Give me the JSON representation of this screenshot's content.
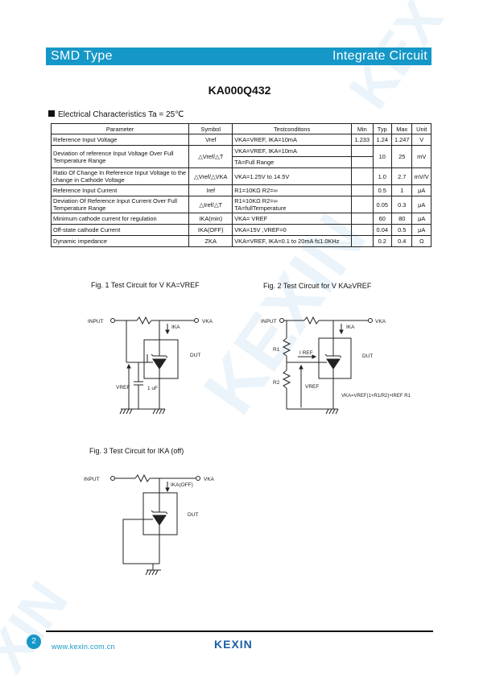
{
  "header": {
    "left": "SMD Type",
    "right": "Integrate Circuit"
  },
  "part_number": "KA000Q432",
  "section_title": "Electrical Characteristics Ta = 25℃",
  "table": {
    "headers": [
      "Parameter",
      "Symbol",
      "Testconditons",
      "Min",
      "Typ",
      "Max",
      "Unit"
    ],
    "rows": [
      {
        "param": "Reference Input Voltage",
        "symbol": "Vref",
        "cond": "VKA=VREF, IKA=10mA",
        "min": "1.233",
        "typ": "1.24",
        "max": "1.247",
        "unit": "V"
      },
      {
        "param": "Deviation of reference Input Voltage Over Full Temperature Range",
        "symbol": "△Vref/△T",
        "cond": "VKA=VREF, IKA=10mA",
        "cond2": "TA=Full Range",
        "min": "",
        "typ": "10",
        "max": "25",
        "unit": "mV"
      },
      {
        "param": "Ratio Of Change In Reference Input Voltage to the change in Cathode Voltage",
        "symbol": "△Vref/△VKA",
        "cond": "VKA=1.25V to 14.5V",
        "min": "",
        "typ": "1.0",
        "max": "2.7",
        "unit": "mV/V"
      },
      {
        "param": "Reference Input Current",
        "symbol": "Iref",
        "cond": "R1=10KΩ  R2=∞",
        "min": "",
        "typ": "0.5",
        "max": "1",
        "unit": "μA"
      },
      {
        "param": "Deviation Of Reference Input Current Over Full Temperature Range",
        "symbol": "△Iref/△T",
        "cond": "R1=10KΩ  R2=∞",
        "cond2": "TA=fullTemperature",
        "min": "",
        "typ": "0.05",
        "max": "0.3",
        "unit": "μA"
      },
      {
        "param": "Minimum cathode current for regulation",
        "symbol": "IKA(min)",
        "cond": "VKA= VREF",
        "min": "",
        "typ": "60",
        "max": "80",
        "unit": "μA"
      },
      {
        "param": "Off-state cathode Current",
        "symbol": "IKA(OFF)",
        "cond": "VKA=15V ,VREF=0",
        "min": "",
        "typ": "0.04",
        "max": "0.5",
        "unit": "μA"
      },
      {
        "param": "Dynamic impedance",
        "symbol": "ZKA",
        "cond": "VKA=VREF, IKA=0.1 to 20mA f≤1.0KHz",
        "min": "",
        "typ": "0.2",
        "max": "0.4",
        "unit": "Ω"
      }
    ]
  },
  "fig1": {
    "title": "Fig. 1 Test Circuit for V KA=VREF",
    "input": "INPUT",
    "vka": "VKA",
    "ika": "IKA",
    "dut": "DUT",
    "vref": "VREF",
    "cap": "1 uF"
  },
  "fig2": {
    "title": "Fig. 2 Test Circuit for V KA≥VREF",
    "input": "INPUT",
    "vka": "VKA",
    "ika": "IKA",
    "dut": "DUT",
    "r1": "R1",
    "r2": "R2",
    "iref": "I REF",
    "vref": "VREF",
    "eq": "VKA=VREF(1+R1/R2)+IREF R1"
  },
  "fig3": {
    "title": "Fig. 3 Test Circuit for IKA (off)",
    "input": "INPUT",
    "vka": "VKA",
    "ika": "IKA(OFF)",
    "dut": "DUT"
  },
  "footer": {
    "page": "2",
    "url": "www.kexin.com.cn",
    "logo": "KEXIN"
  },
  "watermark": "KEXIN"
}
